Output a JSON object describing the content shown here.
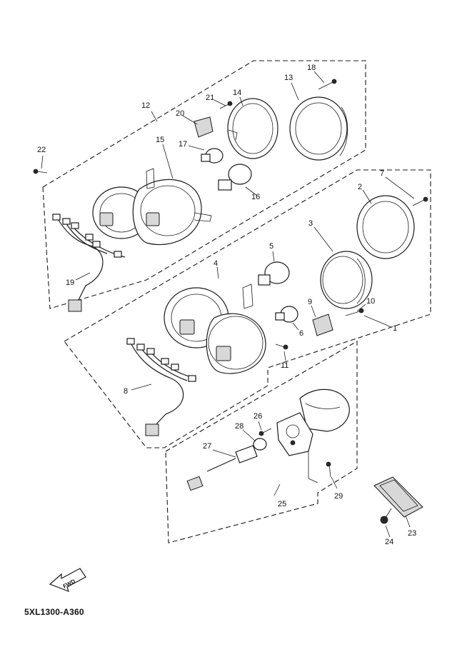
{
  "diagram": {
    "code": "5XL1300-A360",
    "fwd_label": "FWD",
    "callouts": [
      "1",
      "2",
      "3",
      "4",
      "5",
      "6",
      "7",
      "8",
      "9",
      "10",
      "11",
      "12",
      "13",
      "14",
      "15",
      "16",
      "17",
      "18",
      "19",
      "20",
      "21",
      "22",
      "23",
      "24",
      "25",
      "26",
      "27",
      "28",
      "29"
    ]
  }
}
